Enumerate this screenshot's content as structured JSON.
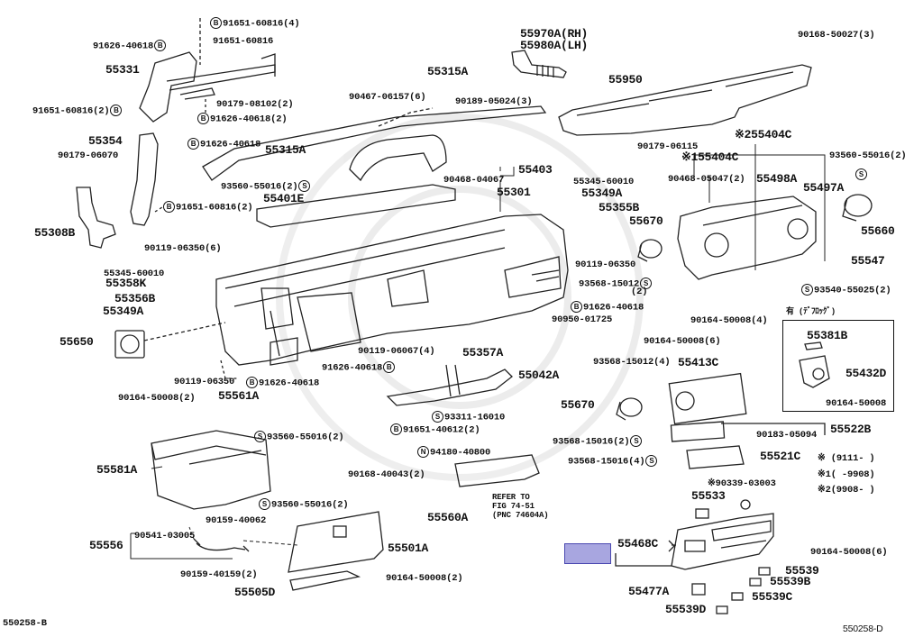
{
  "diagram": {
    "figure_ids": {
      "left": "550258-B",
      "right": "550258-D"
    },
    "legend": [
      {
        "mark": "※",
        "text": "(9111-       )"
      },
      {
        "mark": "※1",
        "text": "(      -9908)"
      },
      {
        "mark": "※2",
        "text": "(9908-      )"
      }
    ],
    "boxed_group_title": "有 (ﾃﾞﾌﾛｯｸﾞ)",
    "refer_note": [
      "REFER TO",
      "FIG 74-51",
      "(PNC 74604A)"
    ],
    "symbols": {
      "B": "B",
      "S": "S",
      "N": "N"
    },
    "highlight_color": "#a8a6e0",
    "labels": {
      "p91651_60816_4": "91651-60816(4)",
      "p91626_40618_a": "91626-40618",
      "p91651_60816_b": "91651-60816",
      "p55331": "55331",
      "p90179_08102": "90179-08102(2)",
      "p91651_60816_2a": "91651-60816(2)",
      "p91626_40618_2": "91626-40618(2)",
      "p55354": "55354",
      "p91626_40618_c": "91626-40618",
      "p90179_06070": "90179-06070",
      "p55315A_a": "55315A",
      "p93560_55016_2a": "93560-55016(2)",
      "p55401E": "55401E",
      "p91651_60816_2b": "91651-60816(2)",
      "p55308B": "55308B",
      "p90119_06350_6": "90119-06350(6)",
      "p55345_60010_a": "55345-60010",
      "p55358K": "55358K",
      "p55356B": "55356B",
      "p55349A_a": "55349A",
      "p55650": "55650",
      "p90119_06350_a": "90119-06350",
      "p91626_40618_d": "91626-40618",
      "p90164_50008_2a": "90164-50008(2)",
      "p55561A": "55561A",
      "p93560_55016_2b": "93560-55016(2)",
      "p55581A": "55581A",
      "p93560_55016_2c": "93560-55016(2)",
      "p90159_40062": "90159-40062",
      "p90541_03005": "90541-03005",
      "p55556": "55556",
      "p90159_40159": "90159-40159(2)",
      "p55505D": "55505D",
      "p55970A": "55970A(RH)",
      "p55980A": "55980A(LH)",
      "p55315A_b": "55315A",
      "p90467_06157": "90467-06157(6)",
      "p90189_05024": "90189-05024(3)",
      "p55403": "55403",
      "p90468_04067": "90468-04067",
      "p55301": "55301",
      "p55345_60010_b": "55345-60010",
      "p55349A_b": "55349A",
      "p55355B": "55355B",
      "p55670_a": "55670",
      "p90119_06350_b": "90119-06350",
      "p93568_15012_2": "93568-15012",
      "p93568_15012_2q": "(2)",
      "p91626_40618_e": "91626-40618",
      "p90950_01725": "90950-01725",
      "p90119_06067": "90119-06067(4)",
      "p91626_40618_f": "91626-40618",
      "p55357A": "55357A",
      "p55042A": "55042A",
      "p93311_16010": "93311-16010",
      "p91651_40612": "91651-40612(2)",
      "p94180_40800": "94180-40800",
      "p90168_40043": "90168-40043(2)",
      "p55560A": "55560A",
      "p55501A": "55501A",
      "p90164_50008_2b": "90164-50008(2)",
      "p55950": "55950",
      "p90168_50027": "90168-50027(3)",
      "p90179_06115": "90179-06115",
      "p255404C": "※255404C",
      "p155404C": "※155404C",
      "p90468_05047": "90468-05047(2)",
      "p55498A": "55498A",
      "p55497A": "55497A",
      "p93560_55016_2d": "93560-55016(2)",
      "p55660": "55660",
      "p55547": "55547",
      "p93540_55025": "93540-55025(2)",
      "p90164_50008_4": "90164-50008(4)",
      "p90164_50008_6a": "90164-50008(6)",
      "p93568_15012_4": "93568-15012(4)",
      "p55413C": "55413C",
      "p55670_b": "55670",
      "p55381B": "55381B",
      "p55432D": "55432D",
      "p90164_50008_box": "90164-50008",
      "p93568_15016_2": "93568-15016(2)",
      "p90183_05094": "90183-05094",
      "p55522B": "55522B",
      "p93568_15016_4": "93568-15016(4)",
      "p55521C": "55521C",
      "p90339_03003": "※90339-03003",
      "p55533": "55533",
      "p55468C": "55468C",
      "p90164_50008_6b": "90164-50008(6)",
      "p55539": "55539",
      "p55539B": "55539B",
      "p55477A": "55477A",
      "p55539C": "55539C",
      "p55539D": "55539D"
    }
  }
}
